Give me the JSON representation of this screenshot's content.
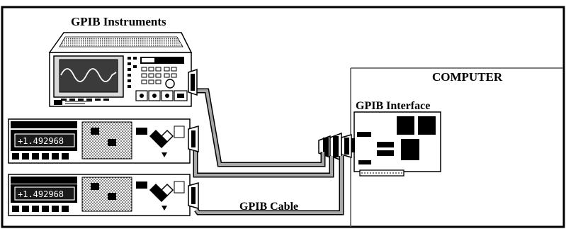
{
  "labels": {
    "instruments": "GPIB Instruments",
    "computer": "COMPUTER",
    "interface": "GPIB Interface",
    "cable": "GPIB Cable"
  },
  "instruments": [
    {
      "type": "oscilloscope"
    },
    {
      "type": "multimeter",
      "display": "+1.492968"
    },
    {
      "type": "multimeter",
      "display": "+1.492968"
    }
  ],
  "colors": {
    "cable": "#9a9a9a",
    "outline": "#000000",
    "background": "#ffffff",
    "lcd": "#1a1a1a"
  }
}
